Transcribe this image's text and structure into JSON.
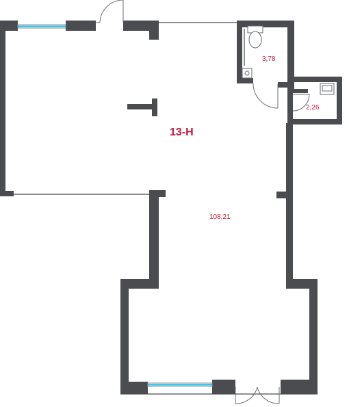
{
  "plan": {
    "unit_label": "13-Н",
    "rooms": [
      {
        "id": "main-hall",
        "area": "108,21"
      },
      {
        "id": "bathroom-1",
        "area": "3,78"
      },
      {
        "id": "bathroom-2",
        "area": "2,26"
      }
    ]
  },
  "colors": {
    "wall": "#4a4c50",
    "window_glass": "#33c1e6",
    "label": "#c8163a"
  }
}
